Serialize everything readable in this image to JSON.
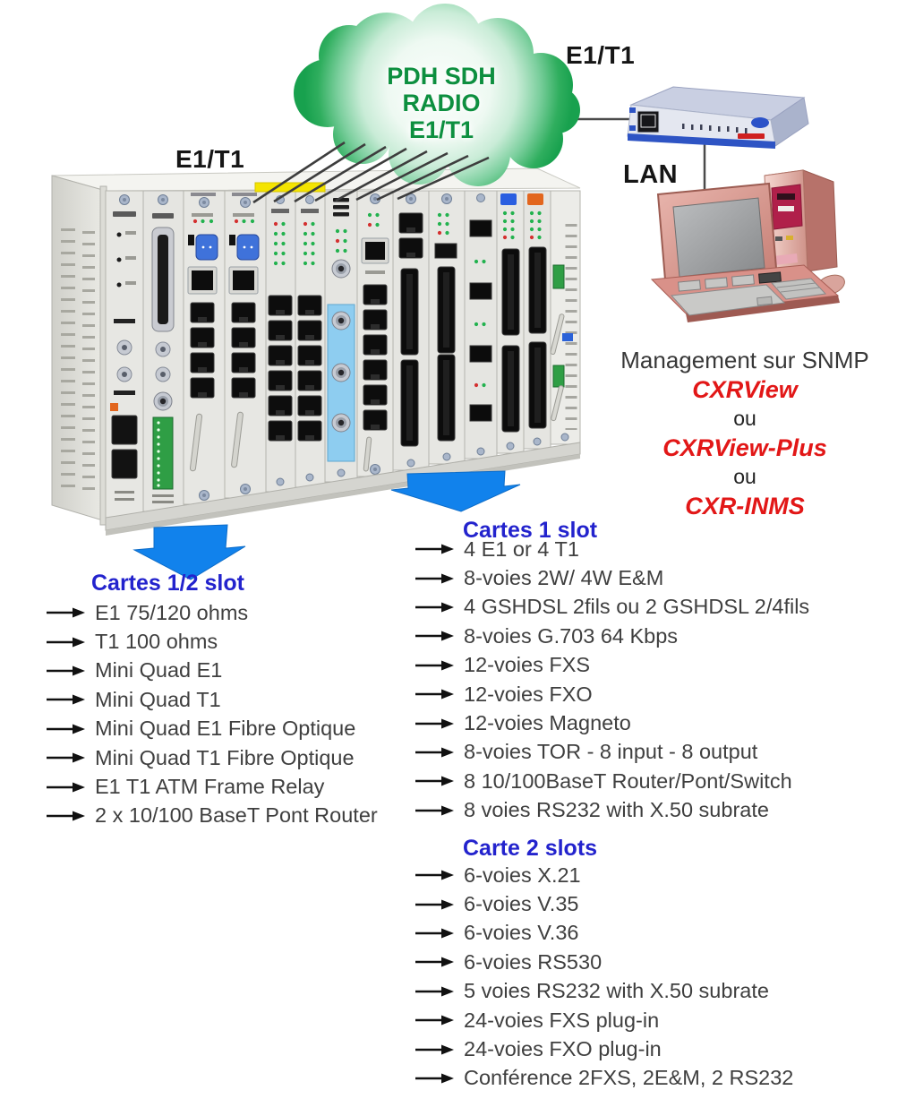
{
  "labels": {
    "e1t1_chassis": "E1/T1",
    "e1t1_wan": "E1/T1",
    "lan": "LAN"
  },
  "cloud": {
    "line1": "PDH SDH",
    "line2": "RADIO",
    "line3": "E1/T1"
  },
  "management": {
    "title": "Management sur SNMP",
    "option1": "CXRView",
    "separator1": "ou",
    "option2": "CXRView-Plus",
    "separator2": "ou",
    "option3": "CXR-INMS"
  },
  "cards_half_slot": {
    "header": "Cartes 1/2 slot",
    "items": [
      "E1 75/120 ohms",
      "T1 100 ohms",
      "Mini Quad E1",
      "Mini Quad T1",
      "Mini Quad E1 Fibre Optique",
      "Mini Quad T1 Fibre Optique",
      "E1 T1 ATM Frame Relay",
      "2 x 10/100 BaseT Pont Router"
    ]
  },
  "cards_one_slot": {
    "header": "Cartes 1 slot",
    "items": [
      "4 E1 or 4 T1",
      "8-voies 2W/ 4W E&M",
      "4 GSHDSL 2fils ou 2 GSHDSL 2/4fils",
      "8-voies G.703 64 Kbps",
      "12-voies FXS",
      "12-voies FXO",
      "12-voies Magneto",
      "8-voies TOR - 8 input - 8 output",
      "8 10/100BaseT Router/Pont/Switch",
      "8 voies RS232 with X.50 subrate"
    ]
  },
  "cards_two_slots": {
    "header": "Carte 2 slots",
    "items": [
      "6-voies X.21",
      "6-voies V.35",
      "6-voies V.36",
      "6-voies RS530",
      "5 voies RS232 with X.50 subrate",
      "24-voies FXS plug-in",
      "24-voies FXO plug-in",
      "Conférence 2FXS, 2E&M, 2 RS232"
    ]
  },
  "colors": {
    "header_blue": "#2323cd",
    "accent_red": "#e21717",
    "arrow_blue": "#1182ec",
    "cloud_green": "#18a14e",
    "cloud_text_green": "#0d8f3f",
    "yellow_marker": "#f4e400"
  }
}
